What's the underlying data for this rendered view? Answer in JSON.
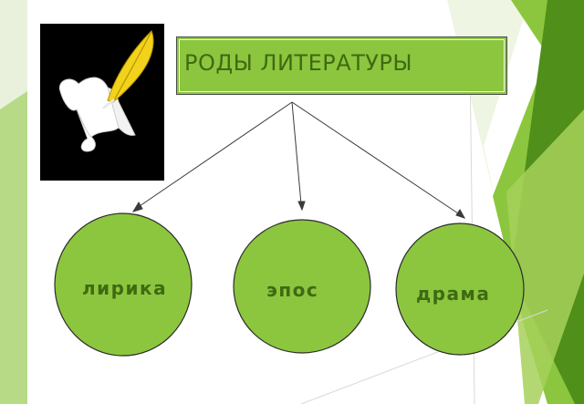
{
  "diagram": {
    "title": "РОДЫ ЛИТЕРАТУРЫ",
    "nodes": [
      {
        "label": "лирика"
      },
      {
        "label": "эпос"
      },
      {
        "label": "драма"
      }
    ]
  },
  "images": {
    "logo": "quill-and-scroll-icon"
  },
  "colors": {
    "title_fill": "#8cc63e",
    "title_text": "#3f6a12",
    "node_fill": "#8cc63e",
    "node_stroke": "#2b2b2b",
    "arrow": "#3a3a3a",
    "background_accent_dark": "#4f8f1a",
    "background_accent_light": "#a6d15a",
    "logo_background": "#000000",
    "quill": "#f2d21b"
  }
}
